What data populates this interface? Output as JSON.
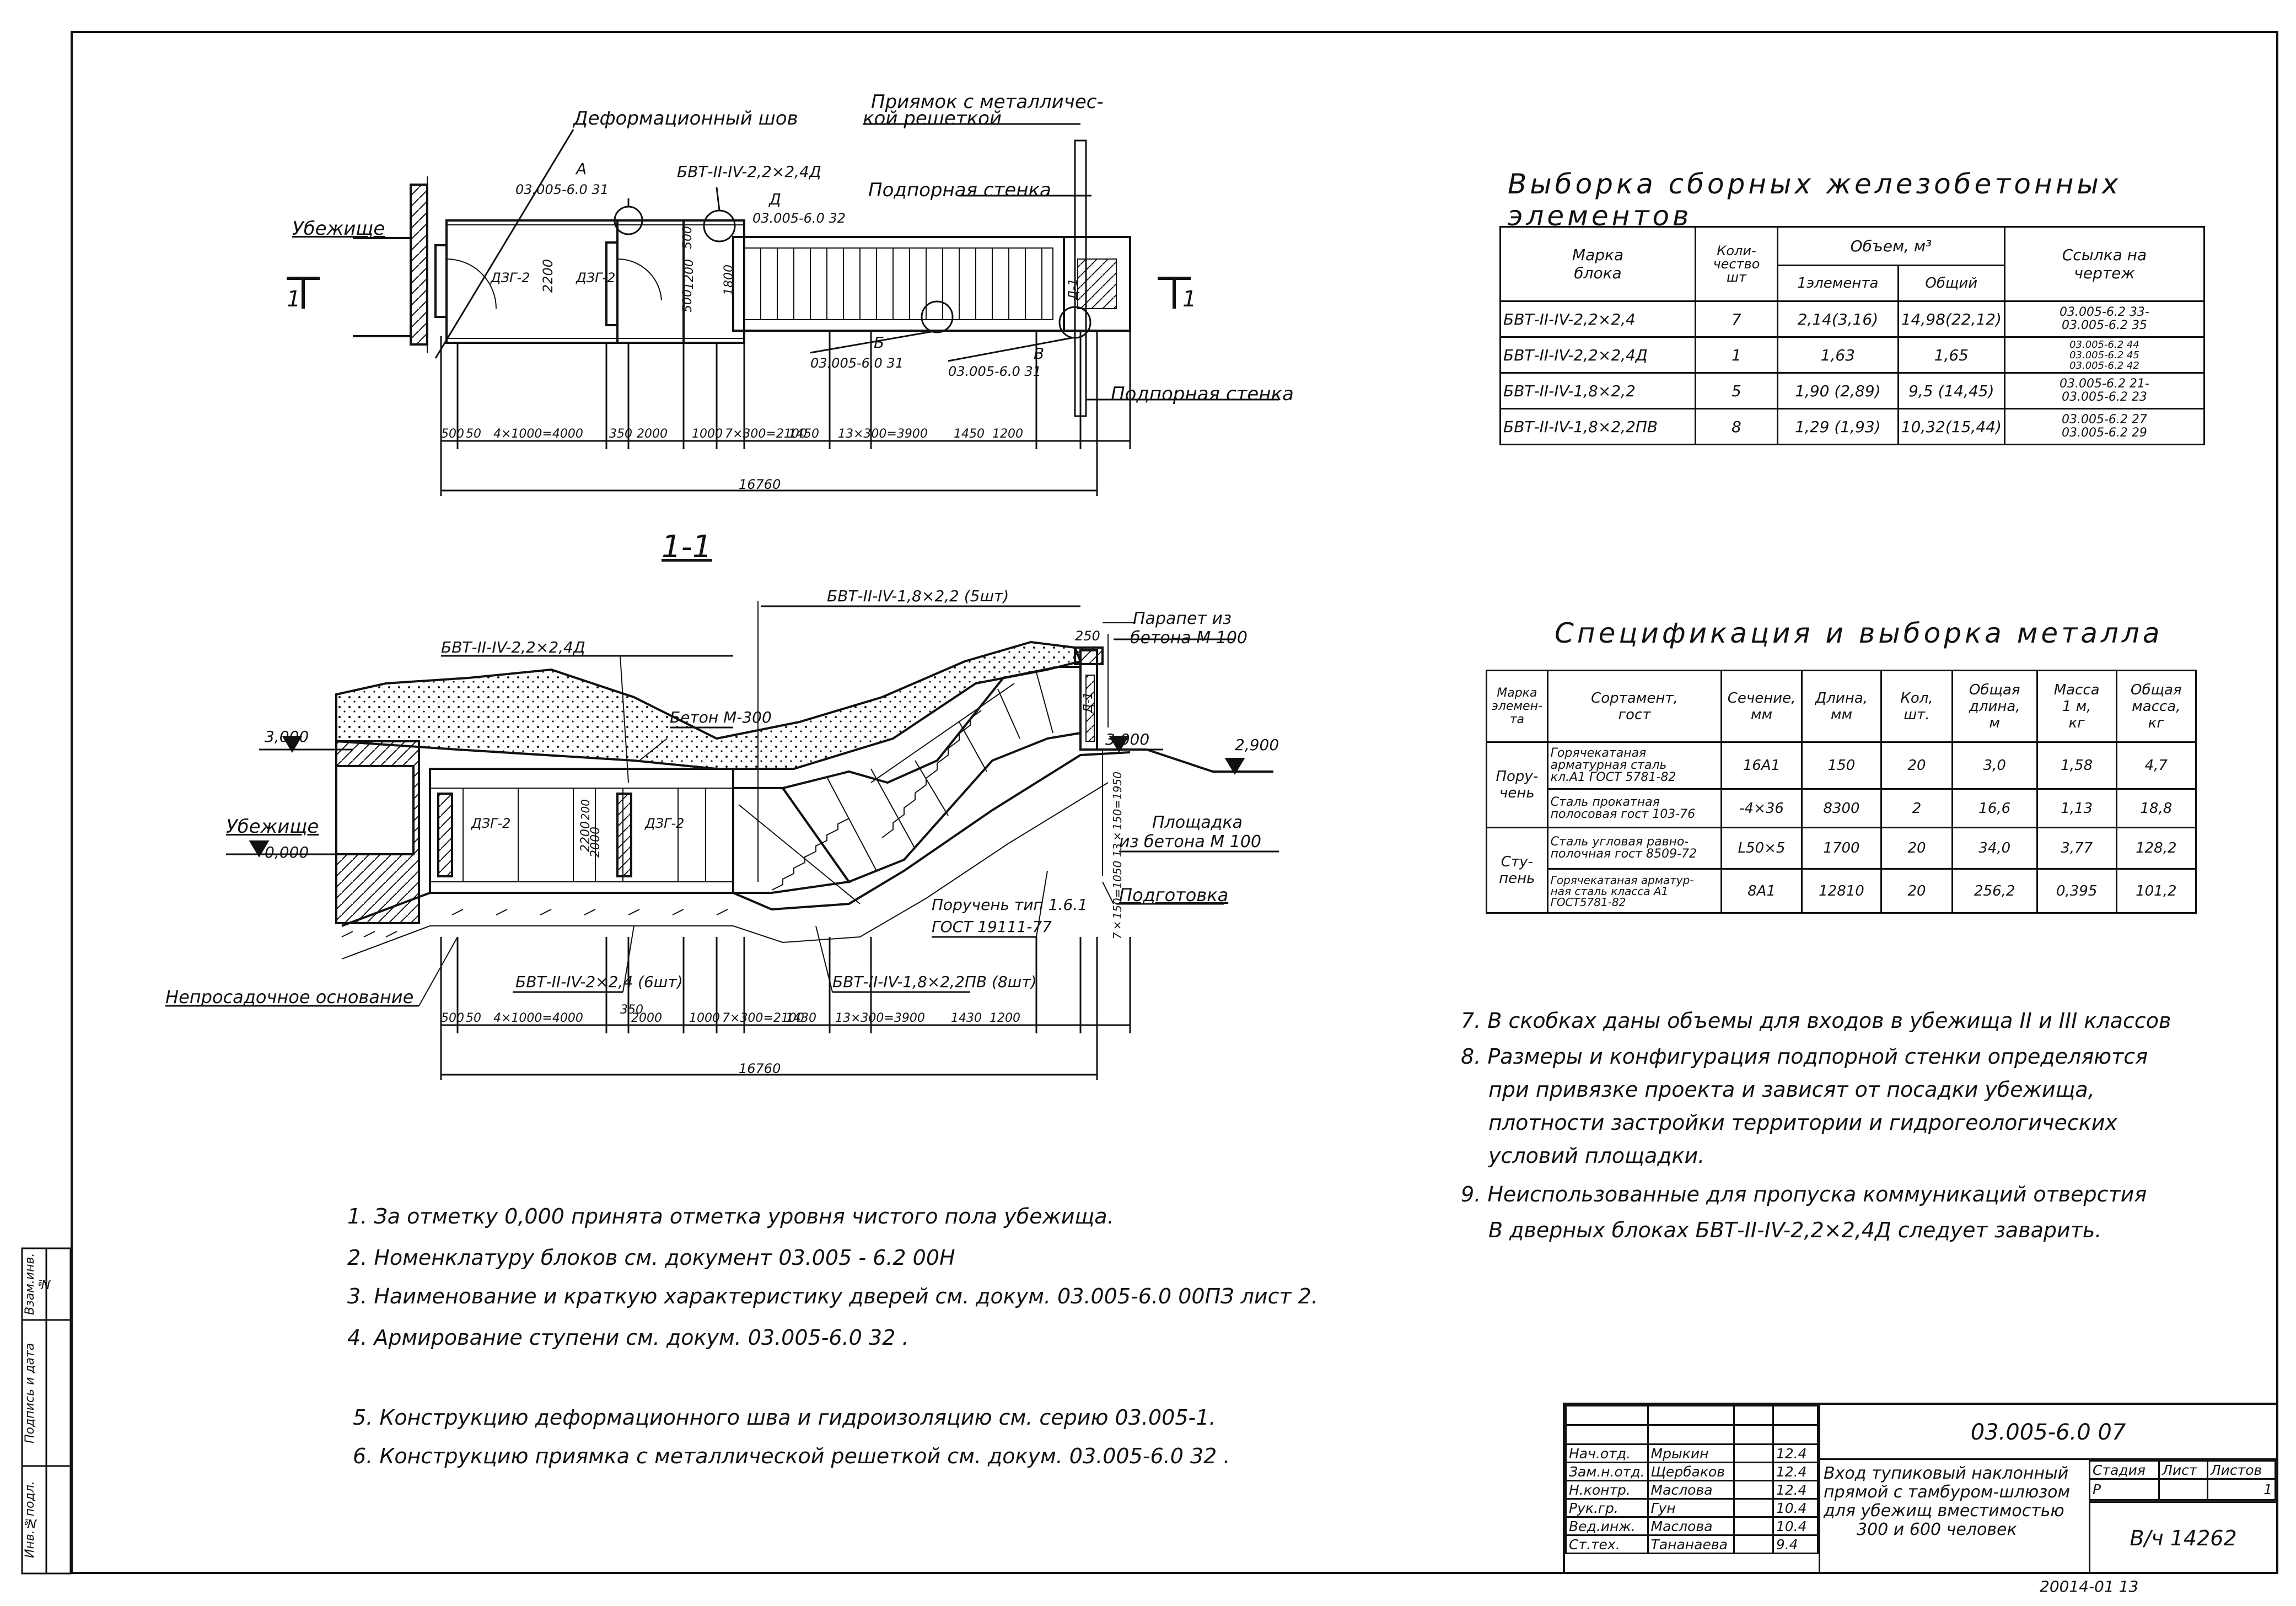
{
  "plan": {
    "labels": {
      "deform_joint": "Деформационный шов",
      "pit": [
        "Приямок с металличес-",
        "кой решеткой"
      ],
      "shelter": "Убежище",
      "retaining_wall_top": "Подпорная стенка",
      "retaining_wall_bottom": "Подпорная стенка",
      "block_top": "БВТ-II-IV-2,2×2,4Д",
      "node_A": "А",
      "node_A_ref": "03.005-6.0  31",
      "node_D": "Д",
      "node_D_ref": "03.005-6.0  32",
      "node_B": "Б",
      "node_B_ref": "03.005-6.0  31",
      "node_V": "В",
      "node_V_ref": "03.005-6.0  31",
      "door1": "ДЗГ-2",
      "door2": "ДЗГ-2",
      "door3": "Д-1",
      "dim_2200": "2200",
      "dim_1200": "1200",
      "dim_500a": "500",
      "dim_500b": "500",
      "dim_1800": "1800",
      "section_mark": "1"
    },
    "dims": [
      "500",
      "50",
      "4×1000=4000",
      "350",
      "2000",
      "1000",
      "7×300=2100",
      "1450",
      "13×300=3900",
      "1450",
      "1200"
    ],
    "total": "16760"
  },
  "section": {
    "title": "1-1",
    "labels": {
      "block_steps": "БВТ-II-IV-1,8×2,2 (5шт)",
      "parapet": [
        "Парапет из",
        "бетона  М 100"
      ],
      "block_top": "БВТ-II-IV-2,2×2,4Д",
      "concrete": "Бетон М-300",
      "elev_3000_left": "3,000",
      "elev_3000_right": "3,000",
      "elev_2900": "2,900",
      "elev_0000": "0,000",
      "shelter": "Убежище",
      "platform": [
        "Площадка",
        "из бетона  М 100"
      ],
      "handrail": [
        "Поручень тип 1.6.1",
        "ГОСТ 19111-77"
      ],
      "prep": "Подготовка",
      "base": "Непросадочное  основание",
      "block_bottom_left": "БВТ-II-IV-2×2,4 (6шт)",
      "block_bottom_right": "БВТ-II-IV-1,8×2,2ПВ (8шт)",
      "door1": "ДЗГ-2",
      "door2": "ДЗГ-2",
      "door3": "Д-1",
      "dim_250": "250",
      "dim_2200": "2200",
      "dim_2000": "2000",
      "dim_200": "200",
      "side_dims": "7×150=1050  13×150=1950",
      "dim_350": "350"
    },
    "dims": [
      "500",
      "50",
      "4×1000=4000",
      "2000",
      "1000",
      "7×300=2100",
      "1430",
      "13×300=3900",
      "1430",
      "1200"
    ],
    "total": "16760"
  },
  "table1": {
    "title": "Выборка  сборных  железобетонных  элементов",
    "headers": {
      "mark": [
        "Марка",
        "блока"
      ],
      "qty": [
        "Коли-",
        "чество",
        "шт"
      ],
      "volume": "Объем,   м³",
      "per": "1элемента",
      "total": "Общий",
      "ref": [
        "Ссылка  на",
        "чертеж"
      ]
    },
    "rows": [
      {
        "mark": "БВТ-II-IV-2,2×2,4",
        "qty": "7",
        "per": "2,14(3,16)",
        "total": "14,98(22,12)",
        "ref": [
          "03.005-6.2  33-",
          "03.005-6.2  35"
        ]
      },
      {
        "mark": "БВТ-II-IV-2,2×2,4Д",
        "qty": "1",
        "per": "1,63",
        "total": "1,65",
        "ref": [
          "03.005-6.2  44",
          "03.005-6.2  45",
          "03.005-6.2  42"
        ]
      },
      {
        "mark": "БВТ-II-IV-1,8×2,2",
        "qty": "5",
        "per": "1,90 (2,89)",
        "total": "9,5 (14,45)",
        "ref": [
          "03.005-6.2  21-",
          "03.005-6.2  23"
        ]
      },
      {
        "mark": "БВТ-II-IV-1,8×2,2ПВ",
        "qty": "8",
        "per": "1,29 (1,93)",
        "total": "10,32(15,44)",
        "ref": [
          "03.005-6.2  27",
          "03.005-6.2  29"
        ]
      }
    ]
  },
  "table2": {
    "title": "Спецификация  и  выборка  металла",
    "headers": {
      "mark": [
        "Марка",
        "элемен-",
        "та"
      ],
      "assort": [
        "Сортамент,",
        "гост"
      ],
      "sect": [
        "Сечение,",
        "мм"
      ],
      "len": [
        "Длина,",
        "мм"
      ],
      "qty": [
        "Кол,",
        "шт."
      ],
      "total_len": [
        "Общая",
        "длина,",
        "м"
      ],
      "mass1": [
        "Масса",
        "1 м,",
        "кг"
      ],
      "mass_total": [
        "Общая",
        "масса,",
        "кг"
      ]
    },
    "groups": [
      {
        "element": [
          "Пору-",
          "чень"
        ],
        "rows": [
          {
            "assort": [
              "Горячекатаная",
              "арматурная сталь",
              "кл.А1  ГОСТ 5781-82"
            ],
            "sect": "16А1",
            "len": "150",
            "qty": "20",
            "total_len": "3,0",
            "mass1": "1,58",
            "mass_total": "4,7"
          },
          {
            "assort": [
              "Сталь прокатная",
              "полосовая гост 103-76"
            ],
            "sect": "-4×36",
            "len": "8300",
            "qty": "2",
            "total_len": "16,6",
            "mass1": "1,13",
            "mass_total": "18,8"
          }
        ]
      },
      {
        "element": [
          "Сту-",
          "пень"
        ],
        "rows": [
          {
            "assort": [
              "Сталь угловая равно-",
              "полочная гост 8509-72"
            ],
            "sect": "L50×5",
            "len": "1700",
            "qty": "20",
            "total_len": "34,0",
            "mass1": "3,77",
            "mass_total": "128,2"
          },
          {
            "assort": [
              "Горячекатаная арматур-",
              "ная сталь класса А1",
              "ГОСТ5781-82"
            ],
            "sect": "8А1",
            "len": "12810",
            "qty": "20",
            "total_len": "256,2",
            "mass1": "0,395",
            "mass_total": "101,2"
          }
        ]
      }
    ]
  },
  "notes_right": [
    "7.  В скобках  даны  объемы  для  входов  в убежища  II и III  классов",
    "8.  Размеры  и конфигурация  подпорной  стенки  определяются",
    "при привязке  проекта   и  зависят   от  посадки  убежища,",
    "плотности  застройки   территории   и  гидрогеологических",
    "условий   площадки.",
    "9.  Неиспользованные  для  пропуска  коммуникаций  отверстия",
    "В дверных   блоках   БВТ-II-IV-2,2×2,4Д  следует  заварить."
  ],
  "notes_left": [
    "1.  За отметку 0,000  принята   отметка  уровня  чистого пола  убежища.",
    "2.  Номенклатуру             блоков  см.  документ          03.005 - 6.2   00Н",
    "3.  Наименование  и краткую  характеристику дверей  см.   докум.   03.005-6.0   00ПЗ лист 2.",
    "4.  Армирование   ступени    см.   докум.   03.005-6.0   32 .",
    "5.  Конструкцию   деформационного  шва  и  гидроизоляцию  см. серию  03.005-1.",
    "6.  Конструкцию  приямка  с металлической  решеткой  см.  докум.   03.005-6.0   32 ."
  ],
  "side_stamp": [
    "Инв.№подл.",
    "Подпись и дата",
    "Взам.инв.№"
  ],
  "title_block": {
    "code": "03.005-6.0   07",
    "description": [
      "Вход тупиковый наклонный",
      "прямой с тамбуром-шлюзом",
      "для убежищ  вместимостью",
      "300  и 600  человек"
    ],
    "stage_h": "Стадия",
    "sheet_h": "Лист",
    "sheets_h": "Листов",
    "stage": "Р",
    "sheets": "1",
    "org": "В/ч 14262",
    "people": [
      {
        "role": "Нач.отд.",
        "name": "Мрыкин",
        "date": "12.4"
      },
      {
        "role": "Зам.н.отд.",
        "name": "Щербаков",
        "date": "12.4"
      },
      {
        "role": "Н.контр.",
        "name": "Маслова",
        "date": "12.4"
      },
      {
        "role": "Рук.гр.",
        "name": "Гун",
        "date": "10.4"
      },
      {
        "role": "Вед.инж.",
        "name": "Маслова",
        "date": "10.4"
      },
      {
        "role": "Ст.тех.",
        "name": "Тананаева",
        "date": "9.4"
      }
    ]
  },
  "bottom_code": "20014-01    13"
}
